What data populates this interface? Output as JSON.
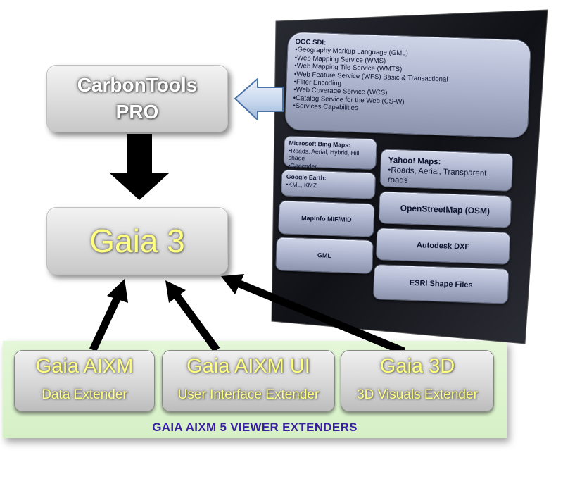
{
  "carbontools": {
    "line1": "CarbonTools",
    "line2": "PRO"
  },
  "gaia3": {
    "title": "Gaia 3"
  },
  "extenders": {
    "caption": "GAIA AIXM 5 VIEWER EXTENDERS",
    "items": [
      {
        "title": "Gaia AIXM",
        "subtitle": "Data Extender"
      },
      {
        "title": "Gaia AIXM UI",
        "subtitle": "User Interface Extender"
      },
      {
        "title": "Gaia 3D",
        "subtitle": "3D Visuals Extender"
      }
    ]
  },
  "panel": {
    "ogc": {
      "title": "OGC SDI:",
      "items": [
        "•Geography Markup Language (GML)",
        "•Web Mapping Service (WMS)",
        "•Web Mapping Tile Service (WMTS)",
        "•Web Feature Service (WFS) Basic & Transactional",
        "•Filter Encoding",
        "•Web Coverage Service (WCS)",
        "•Catalog Service for the Web (CS-W)",
        "•Services Capabilities"
      ]
    },
    "bing": {
      "title": "Microsoft Bing Maps:",
      "items": [
        "•Roads, Aerial, Hybrid, Hill shade",
        "•Geocoder"
      ]
    },
    "yahoo": {
      "title": "Yahoo! Maps:",
      "items": [
        "•Roads, Aerial, Transparent roads"
      ]
    },
    "google": {
      "title": "Google Earth:",
      "items": [
        "•KML, KMZ"
      ]
    },
    "osm": "OpenStreetMap (OSM)",
    "mapinfo": "MapInfo MIF/MID",
    "dxf": "Autodesk DXF",
    "gml": "GML",
    "esri": "ESRI Shape Files"
  }
}
